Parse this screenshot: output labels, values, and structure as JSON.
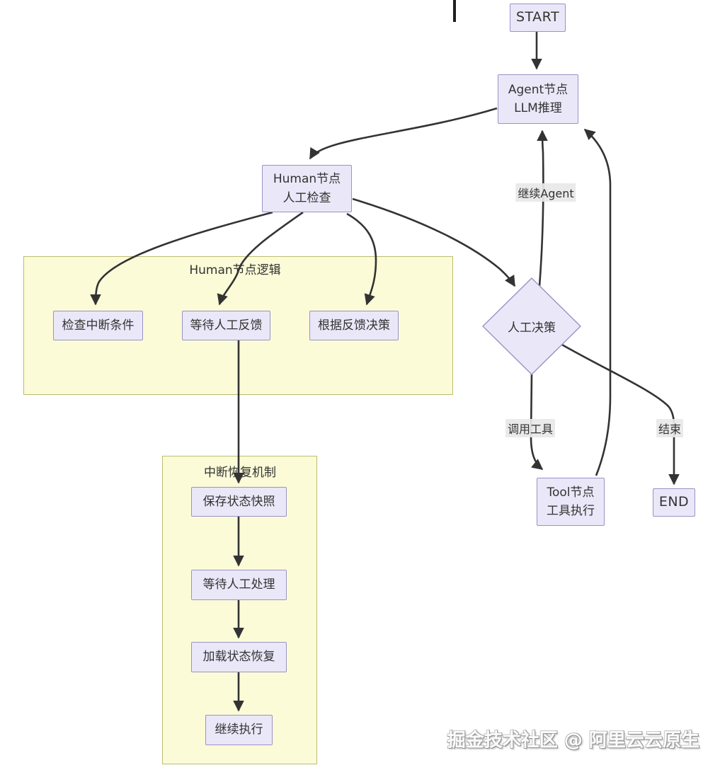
{
  "diagram": {
    "nodes": {
      "start": {
        "label": "START"
      },
      "agent": {
        "label": "Agent节点\nLLM推理"
      },
      "human": {
        "label": "Human节点\n人工检查"
      },
      "check": {
        "label": "检查中断条件"
      },
      "wait_feedback": {
        "label": "等待人工反馈"
      },
      "decide_feedback": {
        "label": "根据反馈决策"
      },
      "decision": {
        "label": "人工决策"
      },
      "tool": {
        "label": "Tool节点\n工具执行"
      },
      "end": {
        "label": "END"
      },
      "save_snapshot": {
        "label": "保存状态快照"
      },
      "wait_handle": {
        "label": "等待人工处理"
      },
      "load_restore": {
        "label": "加载状态恢复"
      },
      "resume": {
        "label": "继续执行"
      }
    },
    "subgraphs": {
      "human_logic": {
        "title": "Human节点逻辑"
      },
      "interrupt_recovery": {
        "title": "中断恢复机制"
      }
    },
    "edge_labels": {
      "continue_agent": "继续Agent",
      "call_tool": "调用工具",
      "finish": "结束"
    },
    "colors": {
      "node_fill": "#eae8f8",
      "node_border": "#9a92c6",
      "subgraph_fill": "#fbfbd8",
      "subgraph_border": "#bcbc72",
      "edge_stroke": "#333333",
      "edge_label_bg": "#e8e8e8"
    }
  },
  "watermark": {
    "text": "掘金技术社区 @ 阿里云云原生"
  }
}
